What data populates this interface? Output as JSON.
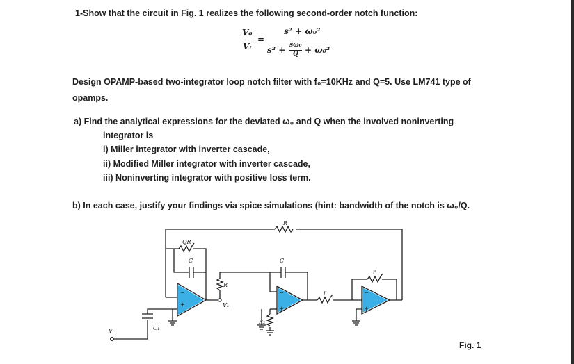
{
  "problem": {
    "heading": "1-Show that the circuit in Fig. 1 realizes the following second-order notch function:",
    "equation": {
      "lhs_num": "V₀",
      "lhs_den": "Vᵢ",
      "equals": "=",
      "rhs_num": "s² + ω₀²",
      "rhs_den_a": "s² +",
      "rhs_den_frac_num": "sω₀",
      "rhs_den_frac_den": "Q",
      "rhs_den_b": "+ ω₀²"
    },
    "design_line1": "Design OPAMP-based two-integrator loop notch filter with f₀=10KHz and Q=5. Use LM741 type of",
    "design_line2": "opamps.",
    "part_a": {
      "intro_line1": "a) Find the analytical expressions for the deviated ω₀ and Q when the involved noninverting",
      "intro_line2": "integrator is",
      "items": [
        "i) Miller integrator with inverter cascade,",
        "ii) Modified Miller integrator with inverter cascade,",
        "iii) Noninverting integrator with positive loss term."
      ]
    },
    "part_b": "b) In each case, justify your findings via spice simulations (hint: bandwidth of the notch is ω₀/Q."
  },
  "figure": {
    "caption": "Fig. 1",
    "labels": {
      "top_R": "R",
      "QR": "QR",
      "C_first": "C",
      "R_mid": "R",
      "Vo": "Vₒ",
      "R2": "R₂",
      "C_second": "C",
      "r_top": "r",
      "r_bottom": "r",
      "C1": "C₁",
      "Vi": "Vᵢ",
      "minus": "−",
      "plus": "+"
    }
  }
}
